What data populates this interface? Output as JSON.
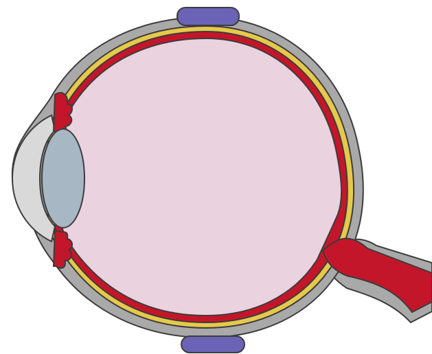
{
  "diagram": {
    "colors": {
      "background": "#ffffff",
      "outline": "#3c3c3c",
      "sclera": "#a9a9a9",
      "choroid": "#e6c84b",
      "retina": "#c4162a",
      "vitreous": "#ead2df",
      "cornea": "#d9d9d9",
      "lens": "#a7b7c4",
      "muscle": "#6b63b5",
      "optic_nerve": "#c4162a"
    },
    "parts": [
      "sclera",
      "choroid",
      "retina",
      "vitreous-body",
      "cornea",
      "lens",
      "ciliary-body",
      "extraocular-muscle",
      "optic-nerve"
    ]
  }
}
